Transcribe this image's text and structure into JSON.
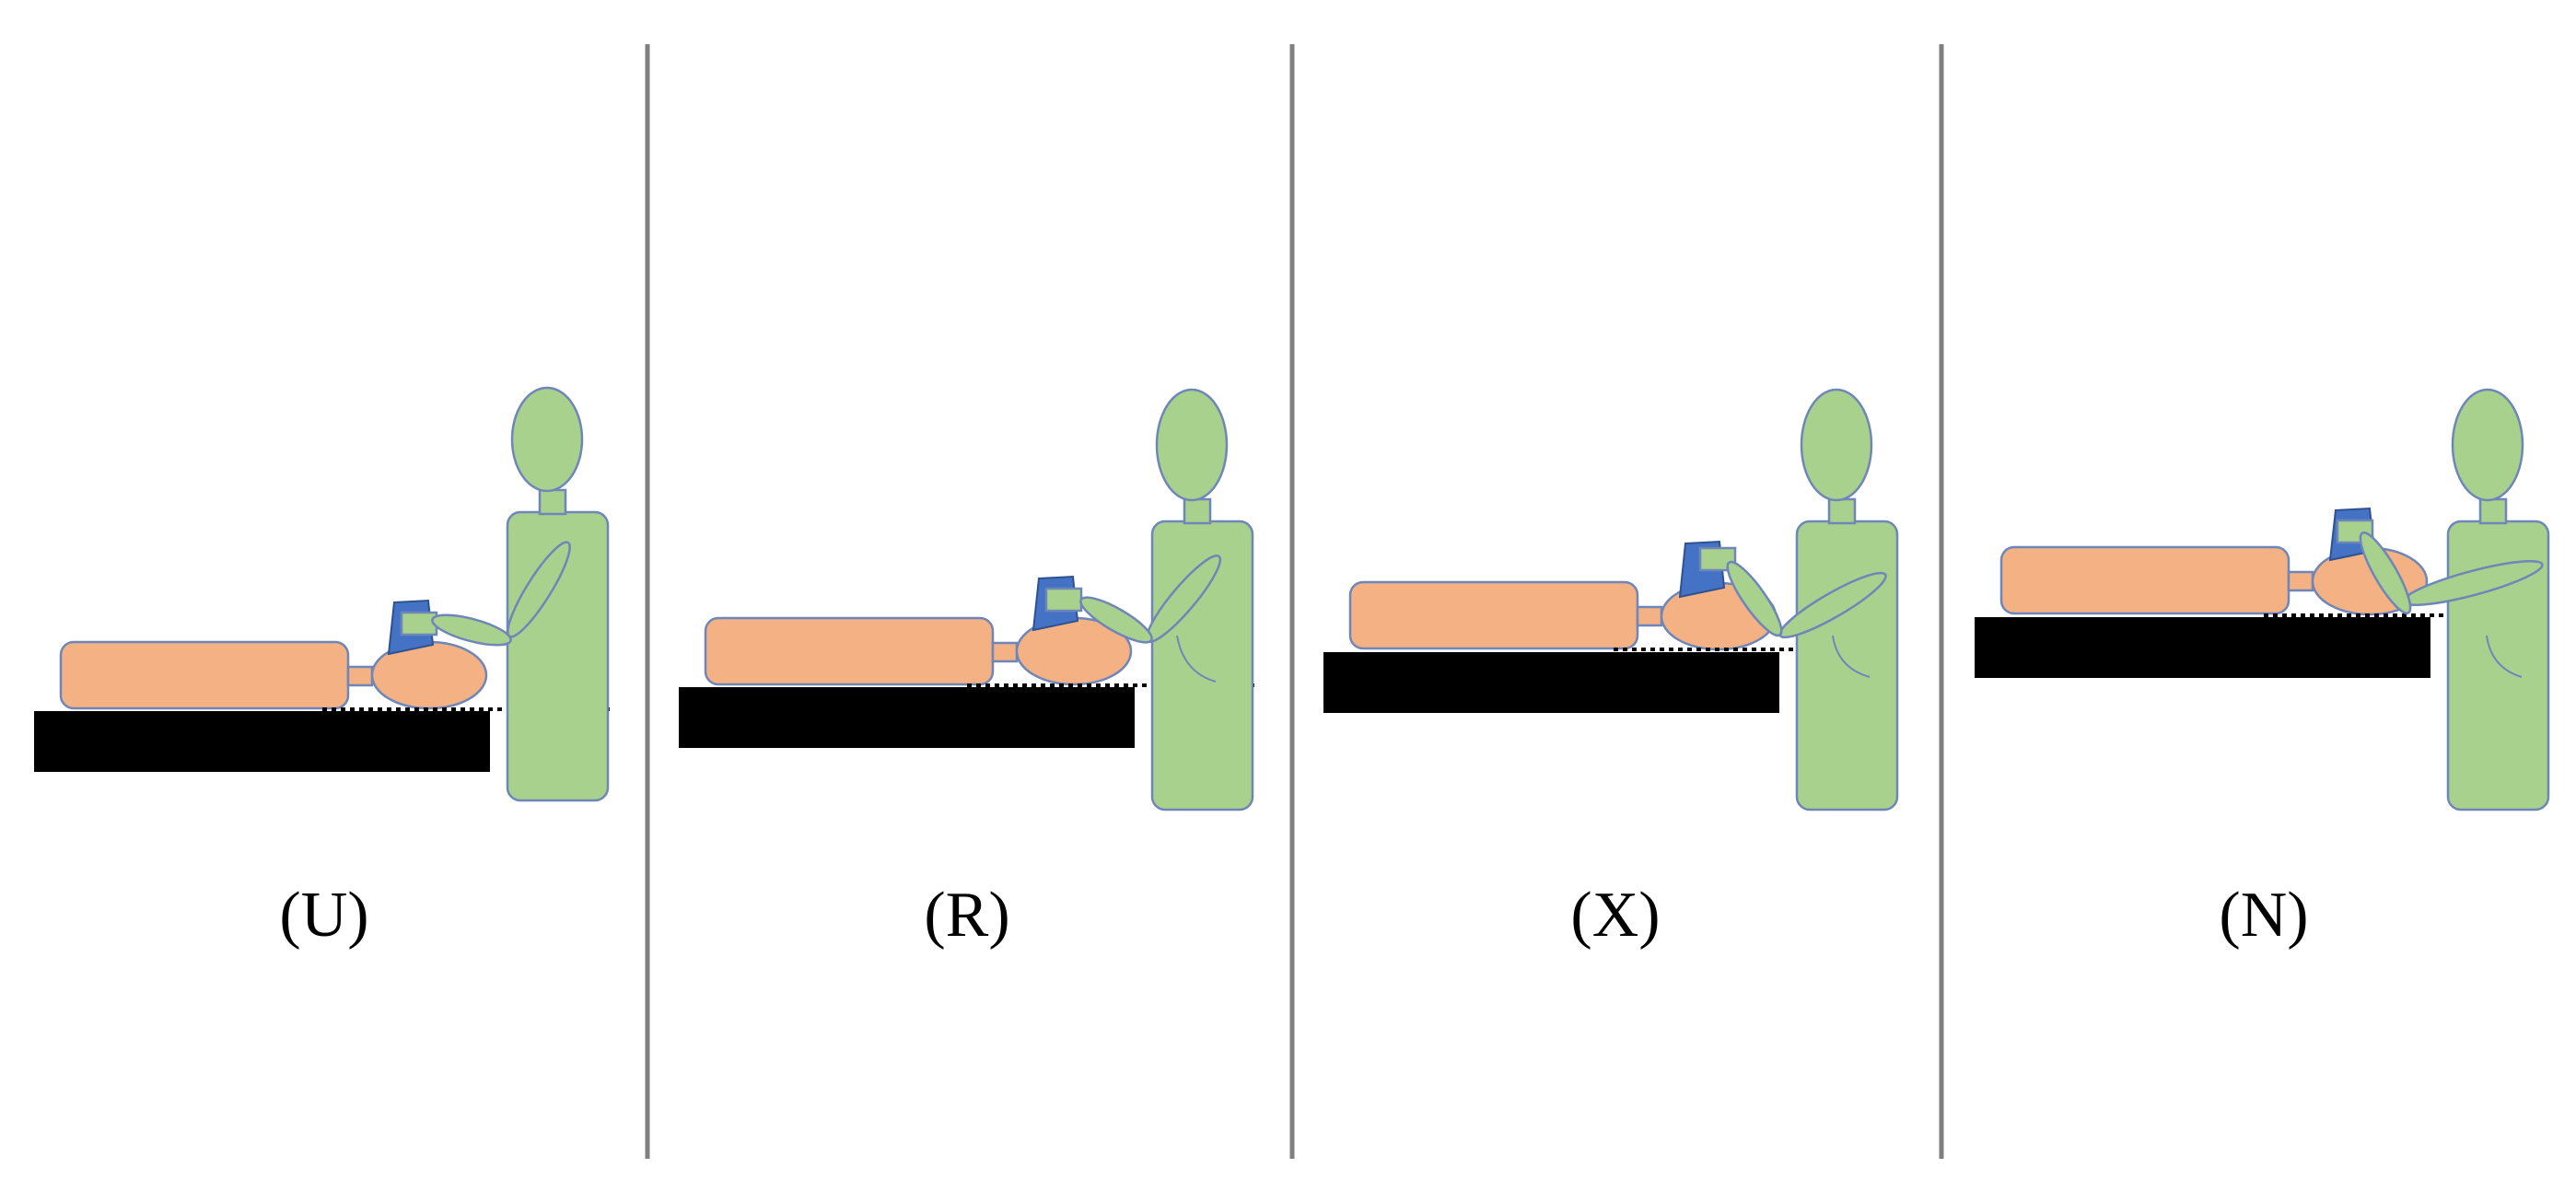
{
  "colors": {
    "background": "#ffffff",
    "divider": "#808080",
    "bed": "#000000",
    "patient_body": "#f4b183",
    "patient_outline": "#6f86b9",
    "rescuer_body": "#a9d18e",
    "rescuer_outline": "#6f86b9",
    "mask": "#4472c4",
    "dotted_line": "#000000"
  },
  "panels": [
    {
      "label": "(U)"
    },
    {
      "label": "(R)"
    },
    {
      "label": "(X)"
    },
    {
      "label": "(N)"
    }
  ]
}
